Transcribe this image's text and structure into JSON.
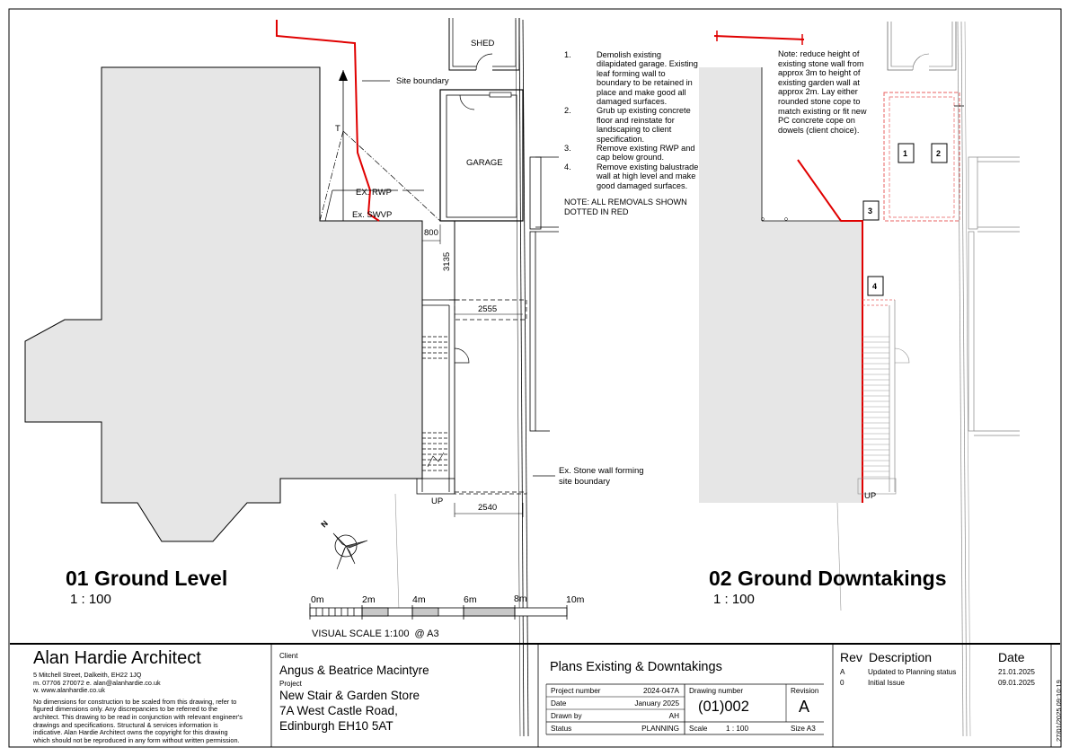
{
  "drawing": {
    "labels": {
      "shed": "SHED",
      "garage": "GARAGE",
      "site_boundary": "Site boundary",
      "ex_rwp": "EX. RWP",
      "ex_swvp": "Ex. SWVP",
      "t_mark": "T",
      "dim_800": "800",
      "dim_3135": "3135",
      "dim_2555": "2555",
      "dim_2540": "2540",
      "up_left": "UP",
      "up_right": "UP",
      "stone_wall_line1": "Ex. Stone wall forming",
      "stone_wall_line2": "site boundary",
      "north": "N"
    },
    "notes": [
      {
        "num": "1.",
        "text": "Demolish existing dilapidated garage. Existing leaf forming wall to boundary to be retained in place and make good all damaged surfaces."
      },
      {
        "num": "2.",
        "text": "Grub up existing concrete floor and reinstate for landscaping to client specification."
      },
      {
        "num": "3.",
        "text": "Remove existing RWP and cap below ground."
      },
      {
        "num": "4.",
        "text": "Remove existing balustrade wall at high level and make good damaged surfaces."
      }
    ],
    "removal_note": "NOTE: ALL REMOVALS SHOWN DOTTED IN RED",
    "wall_note": "Note: reduce height of existing stone wall from approx 3m to height of existing garden wall at approx 2m. Lay either rounded stone cope to match existing or fit new PC concrete cope on dowels (client choice).",
    "tags": [
      "1",
      "2",
      "3",
      "4"
    ],
    "view1": {
      "title": "01 Ground Level",
      "scale": "1 : 100"
    },
    "view2": {
      "title": "02 Ground Downtakings",
      "scale": "1 : 100"
    },
    "scale_bar": {
      "ticks": [
        "0m",
        "2m",
        "4m",
        "6m",
        "8m",
        "10m"
      ],
      "caption": "VISUAL SCALE 1:100  @ A3"
    }
  },
  "title_block": {
    "company": "Alan Hardie Architect",
    "address": "5 Mitchell Street, Dalkeith, EH22 1JQ",
    "contact": "m. 07706 270072 e. alan@alanhardie.co.uk",
    "website": "w. www.alanhardie.co.uk",
    "disclaimer": [
      "No dimensions for construction to be scaled from this drawing, refer to",
      "figured dimensions only. Any discrepancies to be referred to the",
      "architect. This drawing to be read in conjunction with relevant engineer's",
      "drawings and specifications. Structural & services information is",
      "indicative. Alan Hardie Architect owns the copyright for this drawing",
      "which should not be reproduced in any form without written permission."
    ],
    "client_label": "Client",
    "client": "Angus & Beatrice Macintyre",
    "project_label": "Project",
    "project_lines": [
      "New Stair & Garden Store",
      "7A West Castle Road,",
      "Edinburgh EH10 5AT"
    ],
    "drawing_title": "Plans Existing & Downtakings",
    "fields": {
      "project_number_label": "Project number",
      "project_number": "2024-047A",
      "date_label": "Date",
      "date": "January 2025",
      "drawn_by_label": "Drawn by",
      "drawn_by": "AH",
      "status_label": "Status",
      "status": "PLANNING",
      "drawing_number_label": "Drawing number",
      "drawing_number": "(01)002",
      "revision_label": "Revision",
      "revision": "A",
      "scale_label": "Scale",
      "scale": "1 : 100",
      "size": "Size A3"
    },
    "revisions_header": {
      "rev": "Rev",
      "description": "Description",
      "date": "Date"
    },
    "revisions": [
      {
        "rev": "A",
        "description": "Updated to Planning status",
        "date": "21.01.2025"
      },
      {
        "rev": "0",
        "description": "Initial Issue",
        "date": "09.01.2025"
      }
    ],
    "timestamp": "27/01/2025 09:10:19"
  }
}
